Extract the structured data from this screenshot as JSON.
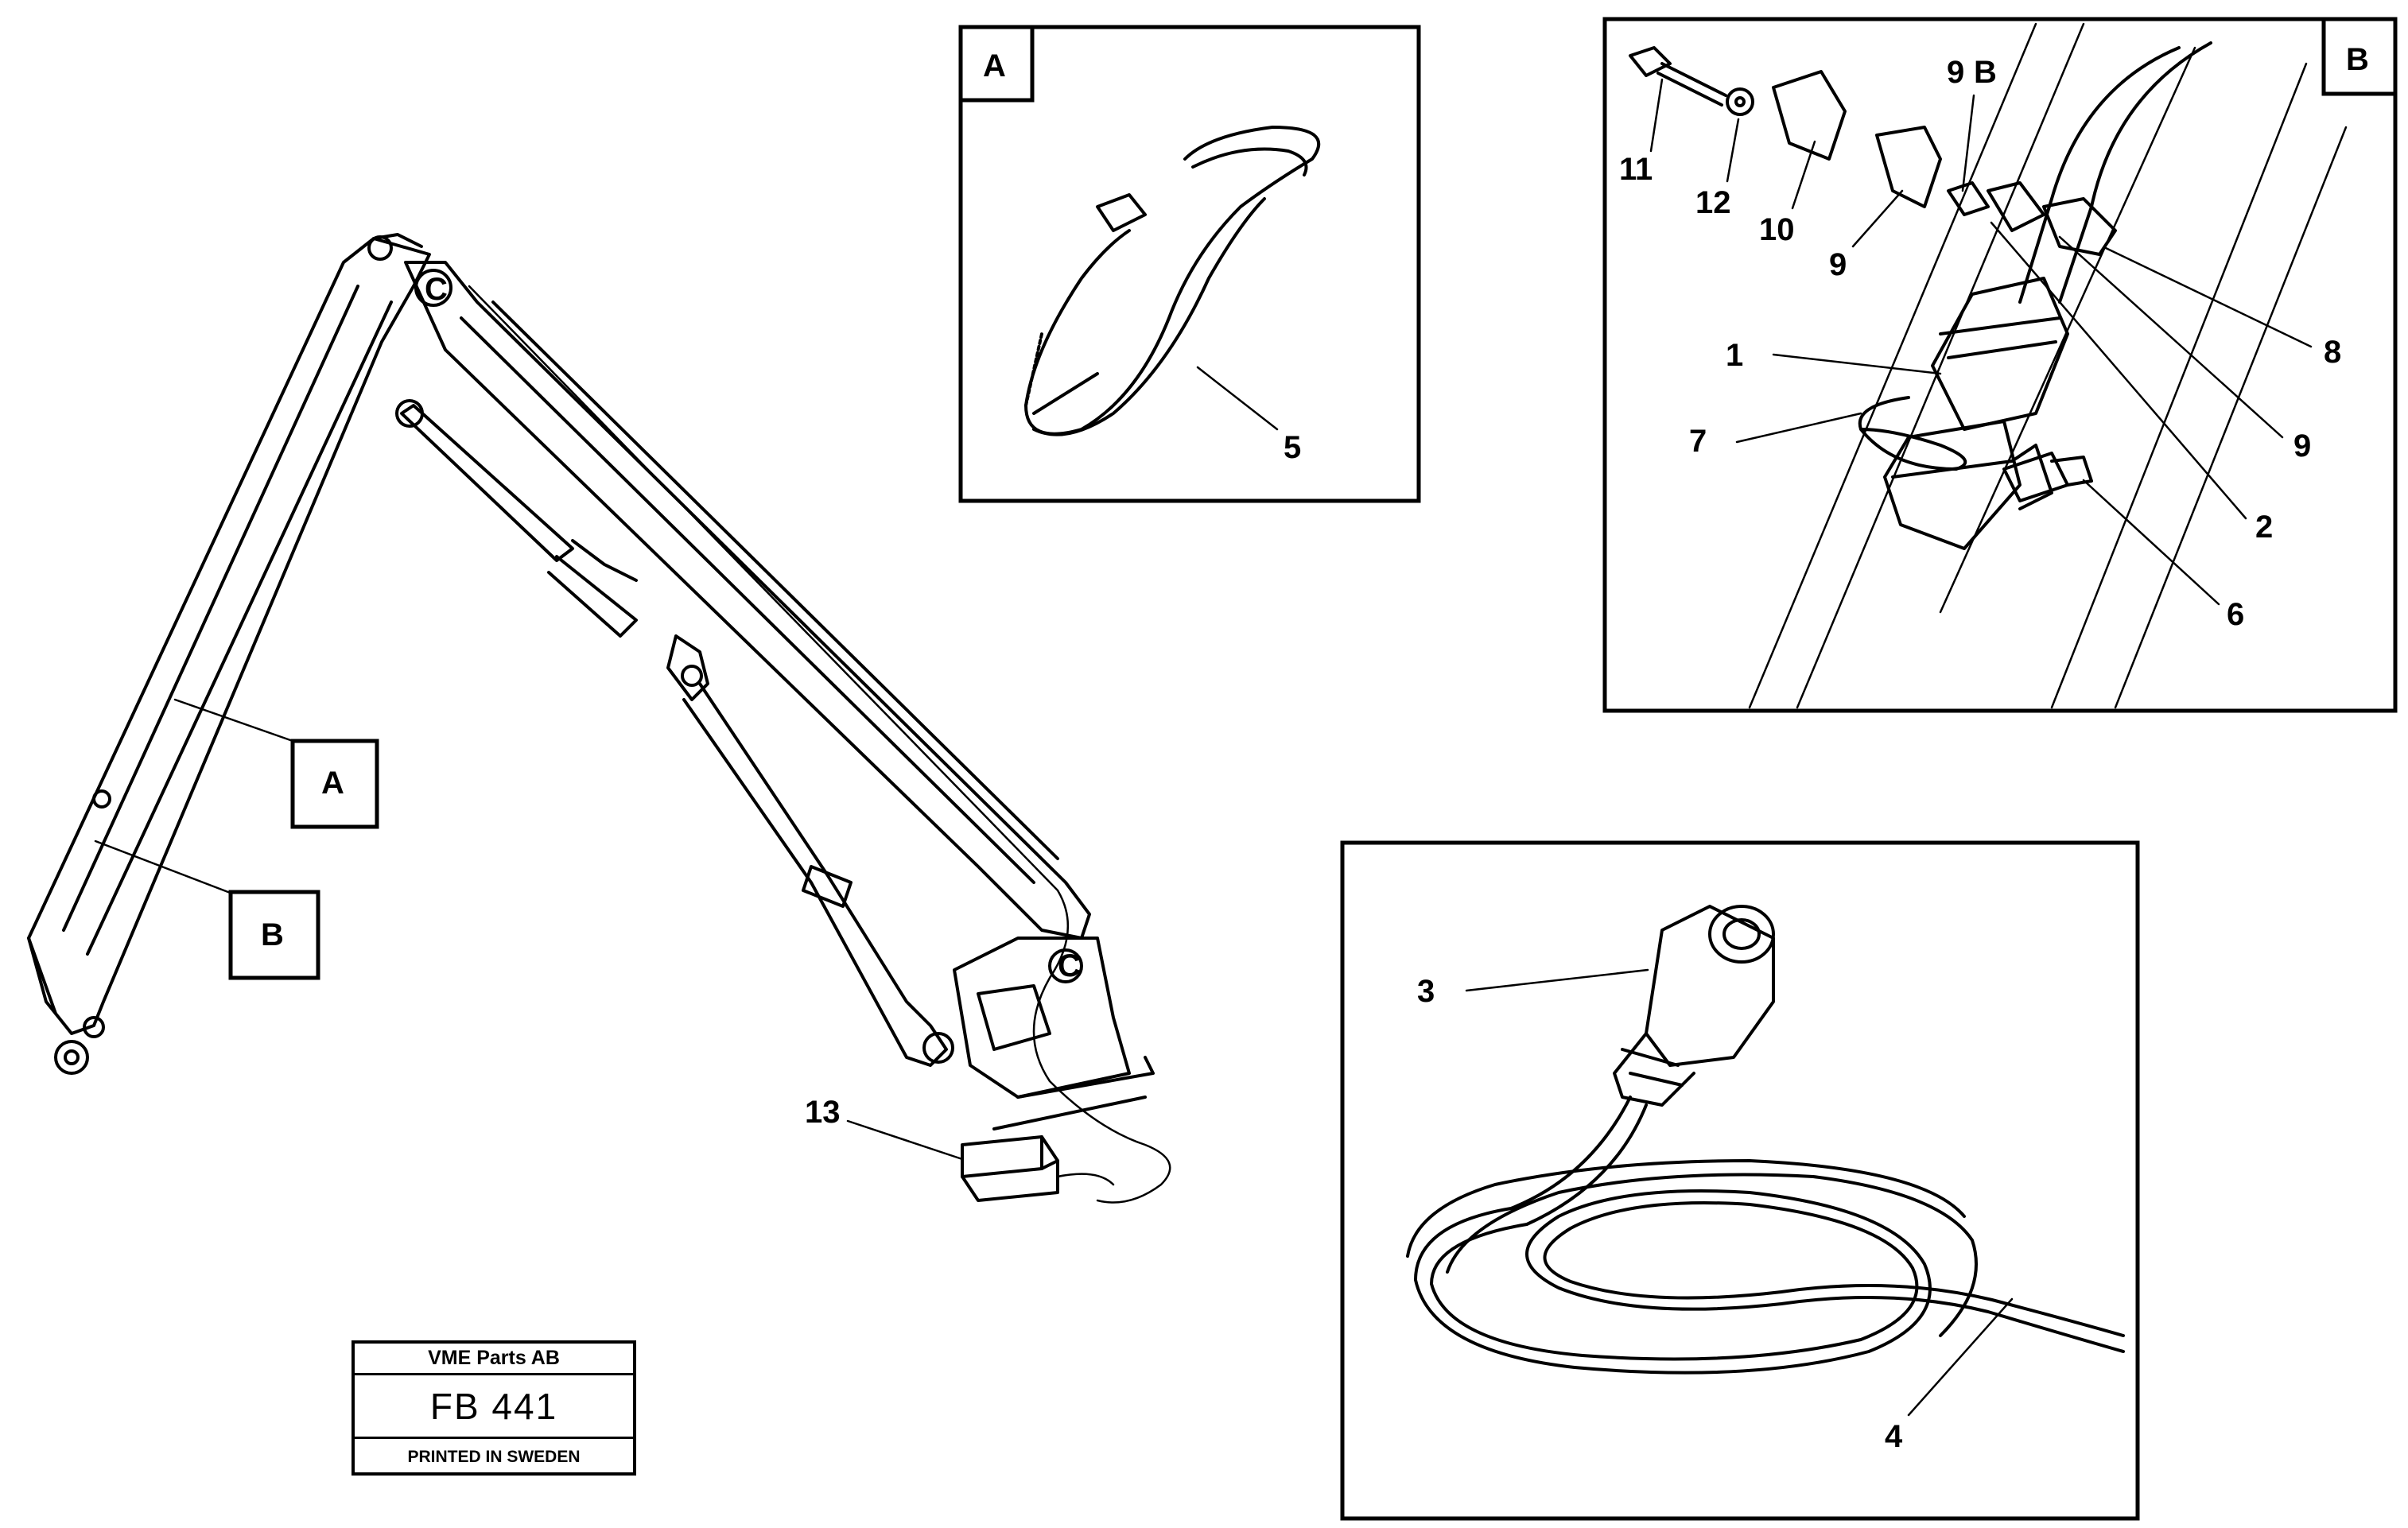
{
  "callouts": {
    "detail_a": "A",
    "detail_b": "B"
  },
  "detail_a": {
    "label": "A",
    "parts": [
      "5"
    ]
  },
  "detail_b": {
    "label": "B",
    "parts": [
      "11",
      "12",
      "10",
      "9",
      "9",
      "B",
      "1",
      "7",
      "8",
      "9",
      "2",
      "6"
    ]
  },
  "detail_cable": {
    "parts": [
      "3",
      "4"
    ]
  },
  "main_view": {
    "parts": [
      "13"
    ]
  },
  "title_block": {
    "company": "VME Parts AB",
    "code": "FB 441",
    "printed": "PRINTED IN SWEDEN"
  }
}
